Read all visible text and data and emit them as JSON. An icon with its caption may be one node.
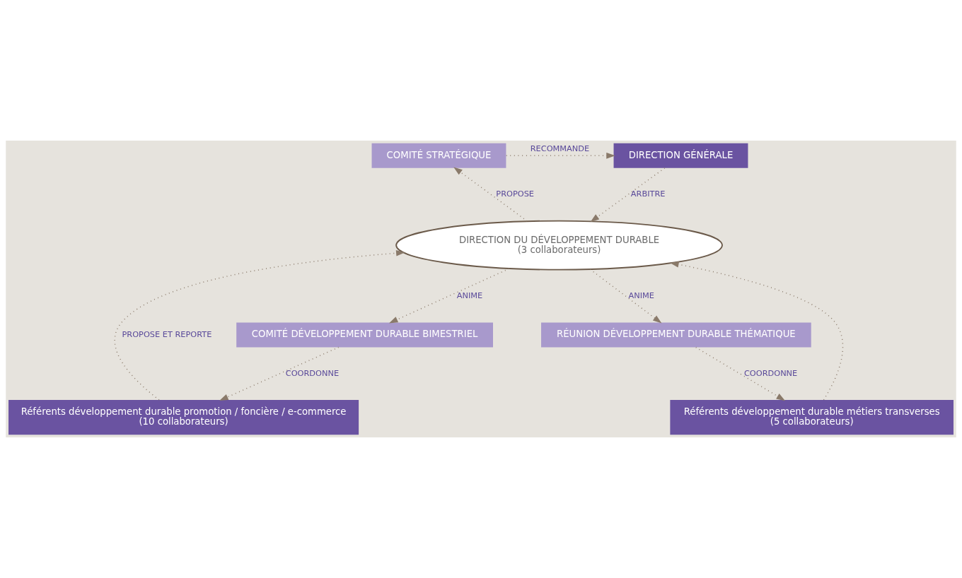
{
  "diagram": {
    "nodes": [
      {
        "text": [
          "COMITÉ STRATÉGIQUE"
        ]
      },
      {
        "text": [
          "DIRECTION GÉNÉRALE"
        ]
      },
      {
        "text": [
          "DIRECTION DU DÉVELOPPEMENT DURABLE",
          "(3 collaborateurs)"
        ]
      },
      {
        "text": [
          "COMITÉ DÉVELOPPEMENT DURABLE BIMESTRIEL"
        ]
      },
      {
        "text": [
          "RÉUNION DÉVELOPPEMENT DURABLE THÉMATIQUE"
        ]
      },
      {
        "text": [
          "Référents développement durable promotion / foncière / e-commerce",
          "(10 collaborateurs)"
        ]
      },
      {
        "text": [
          "Référents développement durable métiers transverses",
          "(5 collaborateurs)"
        ]
      }
    ],
    "edges": [
      {
        "from": 0,
        "to": 1,
        "arrow": "to",
        "label": "RECOMMANDE",
        "style": "dashed"
      },
      {
        "from": 2,
        "to": 0,
        "arrow": "to",
        "label": "PROPOSE",
        "style": "dashed"
      },
      {
        "from": 1,
        "to": 2,
        "arrow": "to",
        "label": "ARBITRE",
        "style": "dashed"
      },
      {
        "from": 2,
        "to": 3,
        "arrow": "to",
        "label": "ANIME",
        "style": "dashed"
      },
      {
        "from": 2,
        "to": 4,
        "arrow": "to",
        "label": "ANIME",
        "style": "dashed"
      },
      {
        "from": 3,
        "to": 5,
        "arrow": "to",
        "label": "COORDONNE",
        "style": "dashed"
      },
      {
        "from": 4,
        "to": 6,
        "arrow": "to",
        "label": "COORDONNE",
        "style": "dashed"
      },
      {
        "from": 5,
        "to": 2,
        "arrow": "to",
        "label": "PROPOSE ET REPORTE",
        "style": "dashed"
      },
      {
        "from": 6,
        "to": 2,
        "arrow": "to",
        "style": "dashed"
      }
    ]
  }
}
